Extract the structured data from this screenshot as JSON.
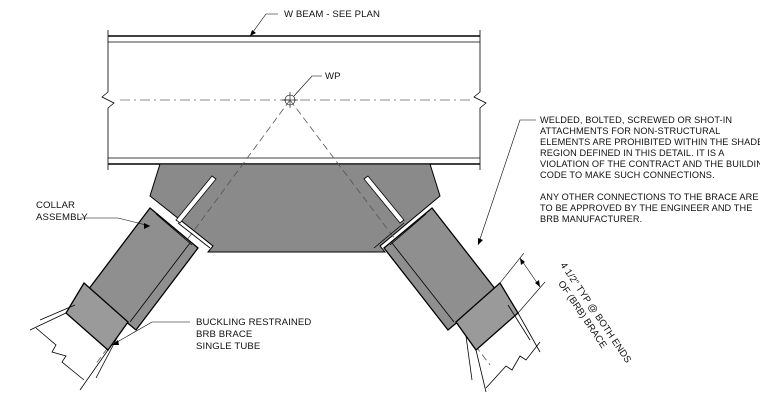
{
  "labels": {
    "beam": "W BEAM - SEE PLAN",
    "wp": "WP",
    "collar": [
      "COLLAR",
      "ASSEMBLY"
    ],
    "brace": [
      "BUCKLING RESTRAINED",
      "BRB BRACE",
      "SINGLE TUBE"
    ],
    "dimension": [
      "4 1/2\" TYP @ BOTH ENDS",
      "OF (BRB) BRACE"
    ]
  },
  "notes": {
    "warning": [
      "WELDED, BOLTED, SCREWED OR SHOT-IN",
      "ATTACHMENTS FOR NON-STRUCTURAL",
      "ELEMENTS ARE PROHIBITED WITHIN THE SHADED",
      "REGION DEFINED IN THIS DETAIL.  IT IS A",
      "VIOLATION OF THE CONTRACT AND THE BUILDING",
      "CODE TO MAKE SUCH CONNECTIONS."
    ],
    "approval": [
      "ANY OTHER CONNECTIONS TO THE BRACE ARE",
      "TO BE APPROVED BY THE ENGINEER AND THE",
      "BRB MANUFACTURER."
    ]
  },
  "colors": {
    "shade": "#8a8a8a",
    "line": "#000000"
  }
}
